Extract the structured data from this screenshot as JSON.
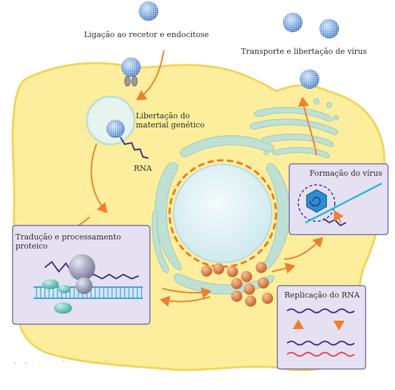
{
  "labels": {
    "binding": "Ligação ao recetor e endocitose",
    "transport": "Transporte e libertação de vírus",
    "release_line1": "Libertação do",
    "release_line2": "material genético",
    "rna": "RNA"
  },
  "boxes": {
    "translation_line1": "Tradução e processamento",
    "translation_line2": "proteico",
    "formation": "Formação do vírus",
    "replication": "Replicação do RNA"
  },
  "colors": {
    "cytoplasm": "#fcee9c",
    "cell_border": "#f2d35c",
    "nucleus": "#dbeff3",
    "er": "#bfe0d4",
    "arrow": "#ef7f2e",
    "virus": "#5f8fd0",
    "box_fill": "#e6e1f2",
    "box_border": "#7a6fa6",
    "rna_purple": "#3d2f82",
    "rna_red": "#e0404e"
  }
}
